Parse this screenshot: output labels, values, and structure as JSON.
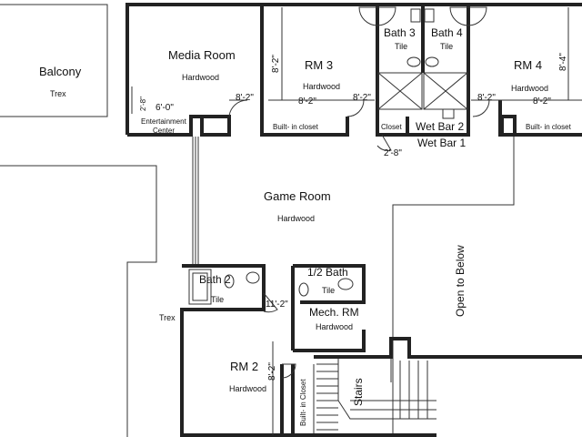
{
  "plan": {
    "rooms": {
      "balcony": {
        "name": "Balcony",
        "material": "Trex"
      },
      "media_room": {
        "name": "Media Room",
        "material": "Hardwood"
      },
      "rm3": {
        "name": "RM 3",
        "material": "Hardwood"
      },
      "bath3": {
        "name": "Bath 3",
        "material": "Tile"
      },
      "bath4": {
        "name": "Bath 4",
        "material": "Tile"
      },
      "rm4": {
        "name": "RM 4",
        "material": "Hardwood"
      },
      "wet_bar_2": {
        "name": "Wet Bar 2"
      },
      "wet_bar_1": {
        "name": "Wet Bar 1"
      },
      "closet": {
        "name": "Closet"
      },
      "game_room": {
        "name": "Game Room",
        "material": "Hardwood"
      },
      "bath2": {
        "name": "Bath 2",
        "material": "Tile"
      },
      "half_bath": {
        "name": "1/2 Bath",
        "material": "Tile"
      },
      "mech_rm": {
        "name": "Mech. RM",
        "material": "Hardwood"
      },
      "rm2": {
        "name": "RM 2",
        "material": "Hardwood"
      },
      "stairs": {
        "name": "Stairs"
      },
      "open_to_below": {
        "name": "Open to Below"
      },
      "deck_trex": {
        "material": "Trex"
      }
    },
    "closets": {
      "entertainment_center": {
        "line1": "Entertainment",
        "line2": "Center"
      },
      "builtin_rm3": "Built- in closet",
      "builtin_rm4": "Built- in closet",
      "builtin_rm2": "Built- in Closet"
    },
    "dimensions": {
      "media_v": "2'-8\"",
      "media_h": "6'-0\"",
      "media_right": "8'-2\"",
      "rm3_height": "8'-2\"",
      "rm3_width": "8'-2\"",
      "rm3_right": "8'-2\"",
      "closet_width": "2'-8\"",
      "rm4_left": "8'-2\"",
      "rm4_width": "8'-2\"",
      "rm4_height": "8'-4\"",
      "hall_width": "11'-2\"",
      "rm2_height": "8'-2\""
    },
    "colors": {
      "wall": "#222222",
      "paper": "#ffffff",
      "line": "#333333"
    }
  }
}
